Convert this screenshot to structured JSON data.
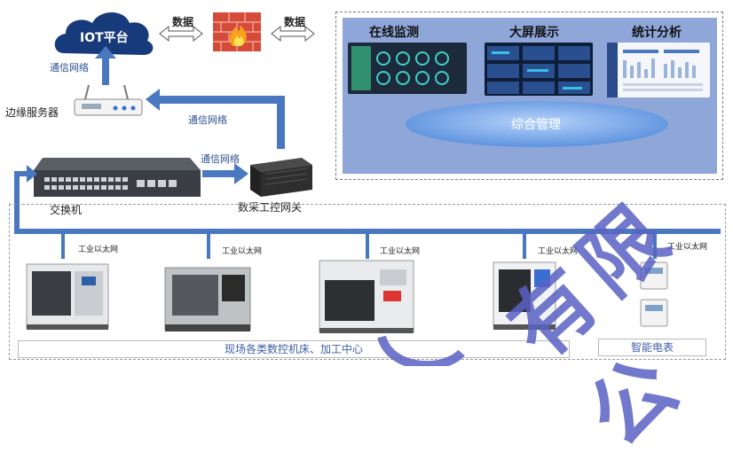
{
  "cloud": {
    "label": "IOT平台"
  },
  "data_label_left": "数据",
  "data_label_right": "数据",
  "network_labels": {
    "cloud_link": "通信网络",
    "server_to_gateway": "通信网络",
    "switch_to_gateway": "通信网络"
  },
  "devices": {
    "edge_server": "边缘服务器",
    "switch": "交换机",
    "gateway": "数采工控网关"
  },
  "panel": {
    "monitor_title": "在线监测",
    "bigscreen_title": "大屏展示",
    "stats_title": "统计分析",
    "management_label": "综合管理"
  },
  "ethernet_label": "工业以太网",
  "bottom_captions": {
    "machines": "现场各类数控机床、加工中心",
    "meter": "智能电表"
  },
  "watermark": {
    "text": "有限公"
  },
  "colors": {
    "accent_blue": "#4a78c0",
    "cloud": "#173a7a",
    "panel_bg": "#8fa6d9",
    "ellipse": "#4f8bdc"
  }
}
